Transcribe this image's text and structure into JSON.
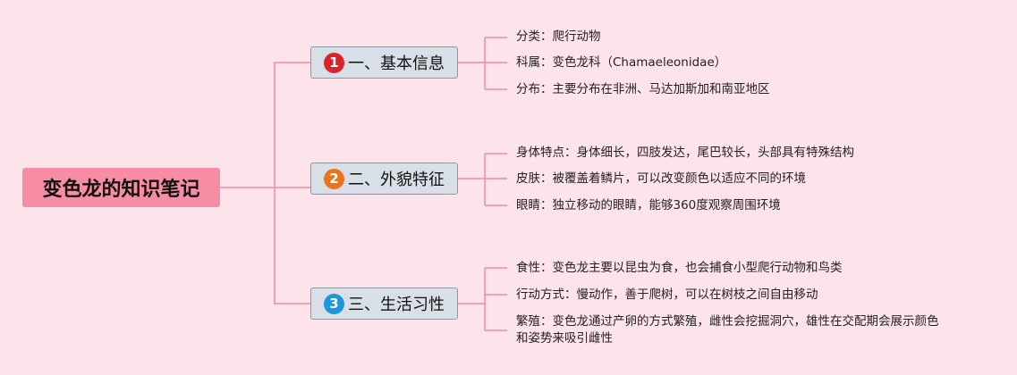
{
  "root": {
    "label": "变色龙的知识笔记"
  },
  "branches": [
    {
      "number": "1",
      "label": "一、基本信息",
      "badge_color": "#d9252a",
      "leaves": [
        "分类：爬行动物",
        "科属：变色龙科（Chamaeleonidae）",
        "分布：主要分布在非洲、马达加斯加和南亚地区"
      ]
    },
    {
      "number": "2",
      "label": "二、外貌特征",
      "badge_color": "#e8741e",
      "leaves": [
        "身体特点：身体细长，四肢发达，尾巴较长，头部具有特殊结构",
        "皮肤：被覆盖着鳞片，可以改变颜色以适应不同的环境",
        "眼睛：独立移动的眼睛，能够360度观察周围环境"
      ]
    },
    {
      "number": "3",
      "label": "三、生活习性",
      "badge_color": "#1e96dc",
      "leaves": [
        "食性：变色龙主要以昆虫为食，也会捕食小型爬行动物和鸟类",
        "行动方式：慢动作，善于爬树，可以在树枝之间自由移动",
        "繁殖：变色龙通过产卵的方式繁殖，雌性会挖掘洞穴，雄性在交配期会展示颜色",
        "和姿势来吸引雌性"
      ]
    }
  ],
  "colors": {
    "background": "#fde3ea",
    "root_fill": "#f78da4",
    "branch_fill": "#d9dfe6",
    "connector": "#f28aa8"
  }
}
